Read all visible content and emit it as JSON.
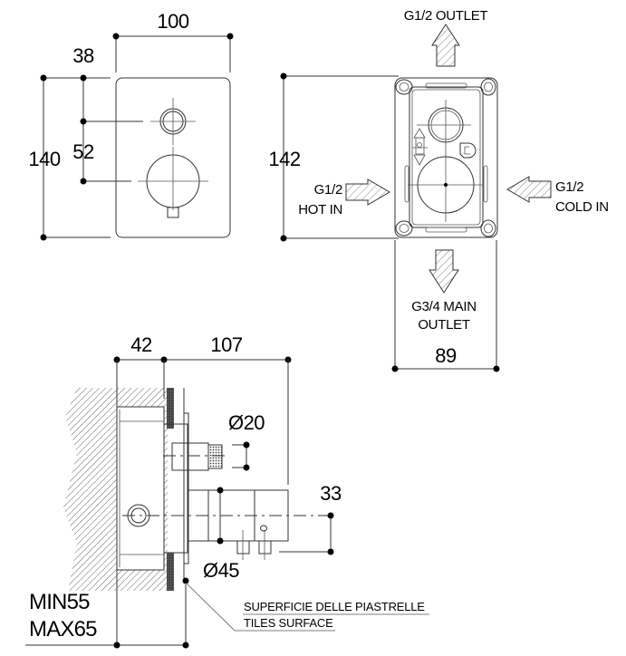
{
  "front_view": {
    "width_label": "100",
    "height_label": "140",
    "top_offset_label": "38",
    "spacing_label": "52"
  },
  "box_view": {
    "height_label": "142",
    "width_label": "89",
    "top_outlet_label": "G1/2 OUTLET",
    "hot_in_line1": "G1/2",
    "hot_in_line2": "HOT IN",
    "cold_in_line1": "G1/2",
    "cold_in_line2": "COLD IN",
    "main_outlet_line1": "G3/4 MAIN",
    "main_outlet_line2": "OUTLET"
  },
  "side_view": {
    "depth_label": "42",
    "projection_label": "107",
    "small_diameter_label": "Ø20",
    "large_diameter_label": "Ø45",
    "offset_label": "33",
    "min_depth_label": "MIN55",
    "max_depth_label": "MAX65",
    "tiles_label_it": "SUPERFICIE DELLE PIASTRELLE",
    "tiles_label_en": "TILES SURFACE"
  }
}
